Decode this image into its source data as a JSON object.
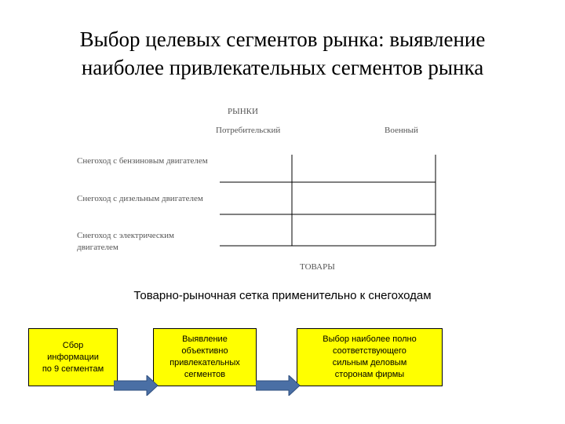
{
  "title": {
    "line1": "Выбор целевых сегментов рынка: выявление",
    "line2": "наиболее привлекательных сегментов рынка"
  },
  "grid": {
    "markets_label": "РЫНКИ",
    "columns": [
      "Потребительский",
      "Военный"
    ],
    "rows": [
      "Снегоход с бензиновым двигателем",
      "Снегоход с дизельным двигателем",
      "Снегоход с электрическим двигателем"
    ],
    "goods_label": "ТОВАРЫ"
  },
  "caption": "Товарно-рыночная сетка применительно к снегоходам",
  "flow": {
    "steps": [
      "Сбор\nинформации\nпо 9 сегментам",
      "Выявление\nобъективно\nпривлекательных\nсегментов",
      "Выбор наиболее полно\nсоответствующего\nсильным деловым\nсторонам фирмы"
    ],
    "box_color": "#ffff00",
    "arrow_color": "#4a6fa5"
  }
}
